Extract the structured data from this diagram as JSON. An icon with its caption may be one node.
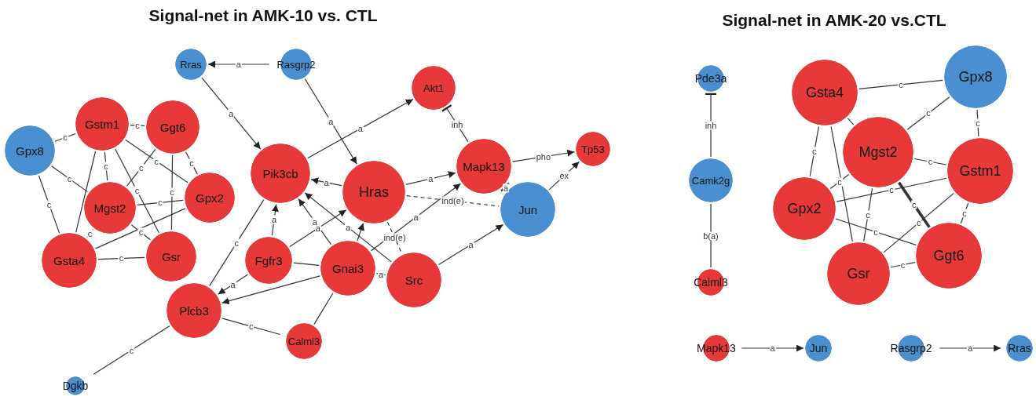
{
  "diagram": {
    "nodes": [
      {
        "text": [
          "Rras"
        ]
      },
      {
        "text": [
          "Rasgrp2"
        ]
      },
      {
        "text": [
          "Akt1"
        ]
      },
      {
        "text": [
          "Gstm1"
        ]
      },
      {
        "text": [
          "Ggt6"
        ]
      },
      {
        "text": [
          "Gpx8"
        ]
      },
      {
        "text": [
          "Pik3cb"
        ]
      },
      {
        "text": [
          "Hras"
        ]
      },
      {
        "text": [
          "Mapk13"
        ]
      },
      {
        "text": [
          "Tp53"
        ]
      },
      {
        "text": [
          "Gpx2"
        ]
      },
      {
        "text": [
          "Mgst2"
        ]
      },
      {
        "text": [
          "Jun"
        ]
      },
      {
        "text": [
          "Gsta4"
        ]
      },
      {
        "text": [
          "Gsr"
        ]
      },
      {
        "text": [
          "Fgfr3"
        ]
      },
      {
        "text": [
          "Gnai3"
        ]
      },
      {
        "text": [
          "Src"
        ]
      },
      {
        "text": [
          "Plcb3"
        ]
      },
      {
        "text": [
          "Calml3"
        ]
      },
      {
        "text": [
          "Dgkb"
        ]
      },
      {
        "text": [
          "Pde3a"
        ]
      },
      {
        "text": [
          "Gsta4"
        ]
      },
      {
        "text": [
          "Gpx8"
        ]
      },
      {
        "text": [
          "Mgst2"
        ]
      },
      {
        "text": [
          "Camk2g"
        ]
      },
      {
        "text": [
          "Gstm1"
        ]
      },
      {
        "text": [
          "Gpx2"
        ]
      },
      {
        "text": [
          "Ggt6"
        ]
      },
      {
        "text": [
          "Gsr"
        ]
      },
      {
        "text": [
          "Calml3"
        ]
      },
      {
        "text": [
          "Mapk13"
        ]
      },
      {
        "text": [
          "Jun"
        ]
      },
      {
        "text": [
          "Rasgrp2"
        ]
      },
      {
        "text": [
          "Rras"
        ]
      }
    ],
    "edges": [
      {
        "from": 1,
        "to": 0,
        "arrow": "to",
        "label": "a"
      },
      {
        "from": 0,
        "to": 6,
        "arrow": "to",
        "label": "a"
      },
      {
        "from": 1,
        "to": 7,
        "arrow": "to",
        "label": "a"
      },
      {
        "from": 6,
        "to": 2,
        "arrow": "to",
        "label": "a"
      },
      {
        "from": 7,
        "to": 6,
        "arrow": "to",
        "label": "a"
      },
      {
        "from": 7,
        "to": 8,
        "arrow": "to",
        "label": "a"
      },
      {
        "from": 8,
        "to": 2,
        "arrow": "other",
        "label": "inh"
      },
      {
        "from": 8,
        "to": 9,
        "arrow": "to",
        "label": "pho"
      },
      {
        "from": 12,
        "to": 9,
        "arrow": "to",
        "label": "ex"
      },
      {
        "from": 12,
        "to": 8,
        "arrow": "other",
        "label": "a"
      },
      {
        "from": 7,
        "to": 12,
        "arrow": "none",
        "label": "ind(e)",
        "style": "dashed"
      },
      {
        "from": 7,
        "to": 17,
        "arrow": "none",
        "label": "ind(e)",
        "style": "dashed"
      },
      {
        "from": 17,
        "to": 12,
        "arrow": "to",
        "label": "a"
      },
      {
        "from": 16,
        "to": 8,
        "arrow": "to",
        "label": "a"
      },
      {
        "from": 15,
        "to": 6,
        "arrow": "to",
        "label": "a"
      },
      {
        "from": 15,
        "to": 7,
        "arrow": "to",
        "label": "a"
      },
      {
        "from": 16,
        "to": 6,
        "arrow": "to",
        "label": "a"
      },
      {
        "from": 17,
        "to": 6,
        "arrow": "to",
        "label": "a"
      },
      {
        "from": 16,
        "to": 7,
        "arrow": "to"
      },
      {
        "from": 17,
        "to": 16,
        "arrow": "to",
        "label": "a"
      },
      {
        "from": 15,
        "to": 18,
        "arrow": "to",
        "label": "a"
      },
      {
        "from": 16,
        "to": 18,
        "arrow": "to"
      },
      {
        "from": 15,
        "to": 16,
        "arrow": "none"
      },
      {
        "from": 6,
        "to": 18,
        "arrow": "none",
        "label": "c"
      },
      {
        "from": 18,
        "to": 19,
        "arrow": "none",
        "label": "c"
      },
      {
        "from": 16,
        "to": 19,
        "arrow": "none"
      },
      {
        "from": 18,
        "to": 20,
        "arrow": "none",
        "label": "c"
      },
      {
        "from": 5,
        "to": 3,
        "arrow": "none",
        "label": "c"
      },
      {
        "from": 5,
        "to": 11,
        "arrow": "none",
        "label": "c"
      },
      {
        "from": 5,
        "to": 13,
        "arrow": "none",
        "label": "c"
      },
      {
        "from": 3,
        "to": 4,
        "arrow": "none",
        "label": "c"
      },
      {
        "from": 3,
        "to": 11,
        "arrow": "none",
        "label": "c"
      },
      {
        "from": 3,
        "to": 13,
        "arrow": "none"
      },
      {
        "from": 3,
        "to": 14,
        "arrow": "none",
        "label": "c"
      },
      {
        "from": 3,
        "to": 10,
        "arrow": "none",
        "label": "c"
      },
      {
        "from": 4,
        "to": 11,
        "arrow": "none",
        "label": "c"
      },
      {
        "from": 4,
        "to": 14,
        "arrow": "none",
        "label": "c"
      },
      {
        "from": 4,
        "to": 10,
        "arrow": "none",
        "label": "c"
      },
      {
        "from": 11,
        "to": 10,
        "arrow": "none",
        "label": "c"
      },
      {
        "from": 11,
        "to": 14,
        "arrow": "none",
        "label": "c"
      },
      {
        "from": 11,
        "to": 13,
        "arrow": "none",
        "label": "c"
      },
      {
        "from": 13,
        "to": 10,
        "arrow": "none"
      },
      {
        "from": 13,
        "to": 14,
        "arrow": "none",
        "label": "c"
      },
      {
        "from": 25,
        "to": 21,
        "arrow": "other",
        "label": "inh"
      },
      {
        "from": 25,
        "to": 30,
        "arrow": "none",
        "label": "b(a)"
      },
      {
        "from": 31,
        "to": 32,
        "arrow": "to",
        "label": "a"
      },
      {
        "from": 33,
        "to": 34,
        "arrow": "to",
        "label": "a"
      },
      {
        "from": 22,
        "to": 23,
        "arrow": "none",
        "label": "c"
      },
      {
        "from": 23,
        "to": 24,
        "arrow": "none",
        "label": "c"
      },
      {
        "from": 23,
        "to": 26,
        "arrow": "none",
        "label": "c"
      },
      {
        "from": 22,
        "to": 24,
        "arrow": "none"
      },
      {
        "from": 22,
        "to": 27,
        "arrow": "none",
        "label": "c"
      },
      {
        "from": 22,
        "to": 29,
        "arrow": "none"
      },
      {
        "from": 24,
        "to": 26,
        "arrow": "none",
        "label": "c"
      },
      {
        "from": 24,
        "to": 27,
        "arrow": "none",
        "label": "c"
      },
      {
        "from": 24,
        "to": 29,
        "arrow": "none",
        "label": "c"
      },
      {
        "from": 24,
        "to": 28,
        "arrow": "none",
        "label": "c",
        "style": "thick"
      },
      {
        "from": 26,
        "to": 27,
        "arrow": "none",
        "label": "c"
      },
      {
        "from": 26,
        "to": 29,
        "arrow": "none",
        "label": "c"
      },
      {
        "from": 26,
        "to": 28,
        "arrow": "none",
        "label": "c"
      },
      {
        "from": 27,
        "to": 28,
        "arrow": "none",
        "label": "c"
      },
      {
        "from": 29,
        "to": 28,
        "arrow": "none",
        "label": "c"
      }
    ],
    "labels": [
      "Signal-net in AMK-10 vs. CTL",
      "Signal-net in AMK-20 vs.CTL"
    ]
  }
}
